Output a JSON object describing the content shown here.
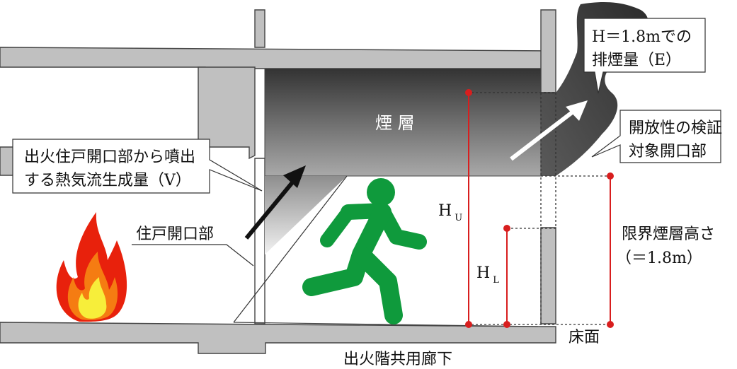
{
  "labels": {
    "smoke_layer": "煙 層",
    "dwelling_opening_jet_line1": "出火住戸開口部から噴出",
    "dwelling_opening_jet_line2": "する熱気流生成量（V）",
    "dwelling_opening": "住戸開口部",
    "exhaust_line1": "H＝1.8mでの",
    "exhaust_line2": "排煙量（E）",
    "openness_line1": "開放性の検証",
    "openness_line2": "対象開口部",
    "hu_main": "H",
    "hu_sub": "U",
    "hl_main": "H",
    "hl_sub": "L",
    "critical_line1": "限界煙層高さ",
    "critical_line2": "（＝1.8m）",
    "floor": "床面",
    "corridor": "出火階共用廊下"
  },
  "colors": {
    "wall": "#c0c0c0",
    "wall_stroke": "#444444",
    "smoke_top": "#3a3a3a",
    "smoke_bottom": "#a8a8a8",
    "fire_red": "#e8210c",
    "fire_orange": "#f57c12",
    "fire_yellow": "#f7ee3a",
    "exit_green": "#0f9a3c",
    "marker_red": "#d81e1e"
  },
  "icons": [
    "fire-icon",
    "running-person-icon"
  ]
}
